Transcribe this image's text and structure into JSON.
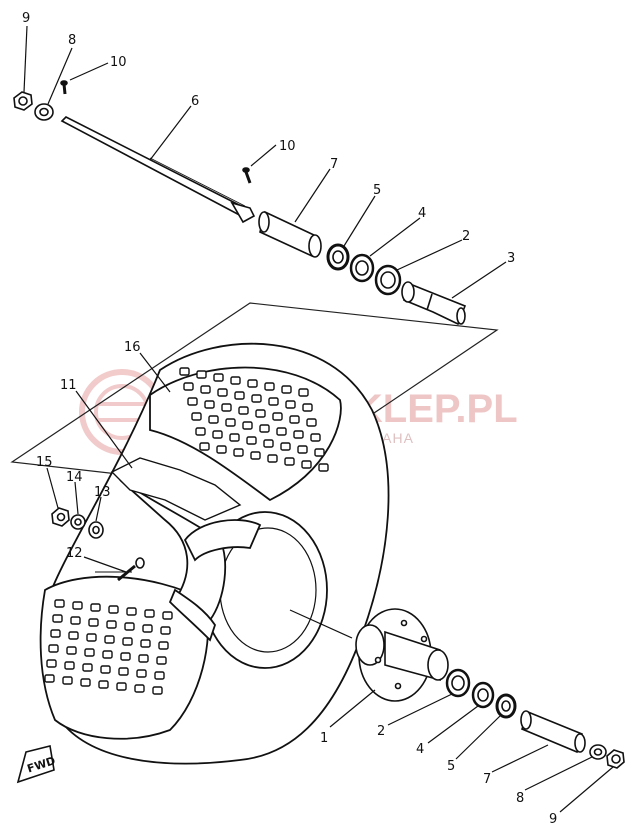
{
  "watermark": {
    "title": "A-SKLEP.PL",
    "subtitle": "WO      WICZ | DEALER YAMAHA"
  },
  "fwd": "FWD",
  "callouts": {
    "c9_top": "9",
    "c8_top": "8",
    "c10_top": "10",
    "c6": "6",
    "c10_mid": "10",
    "c7_top": "7",
    "c5_top": "5",
    "c4_top": "4",
    "c2_top": "2",
    "c3": "3",
    "c16": "16",
    "c11": "11",
    "c15": "15",
    "c14": "14",
    "c13": "13",
    "c12": "12",
    "c1": "1",
    "c2_bot": "2",
    "c4_bot": "4",
    "c5_bot": "5",
    "c7_bot": "7",
    "c8_bot": "8",
    "c9_bot": "9"
  }
}
